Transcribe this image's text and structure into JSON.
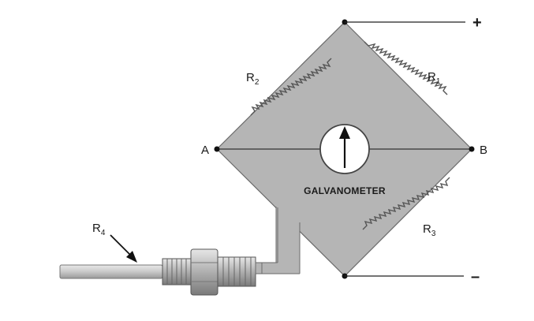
{
  "labels": {
    "r1": "R",
    "r1_sub": "1",
    "r2": "R",
    "r2_sub": "2",
    "r3": "R",
    "r3_sub": "3",
    "r4": "R",
    "r4_sub": "4",
    "node_a": "A",
    "node_b": "B",
    "galvanometer": "GALVANOMETER",
    "plus": "+",
    "minus": "–"
  },
  "colors": {
    "bridge_fill": "#b5b5b5",
    "outline": "#555555",
    "wire": "#1a1a1a",
    "probe": "#c8c8c8"
  }
}
